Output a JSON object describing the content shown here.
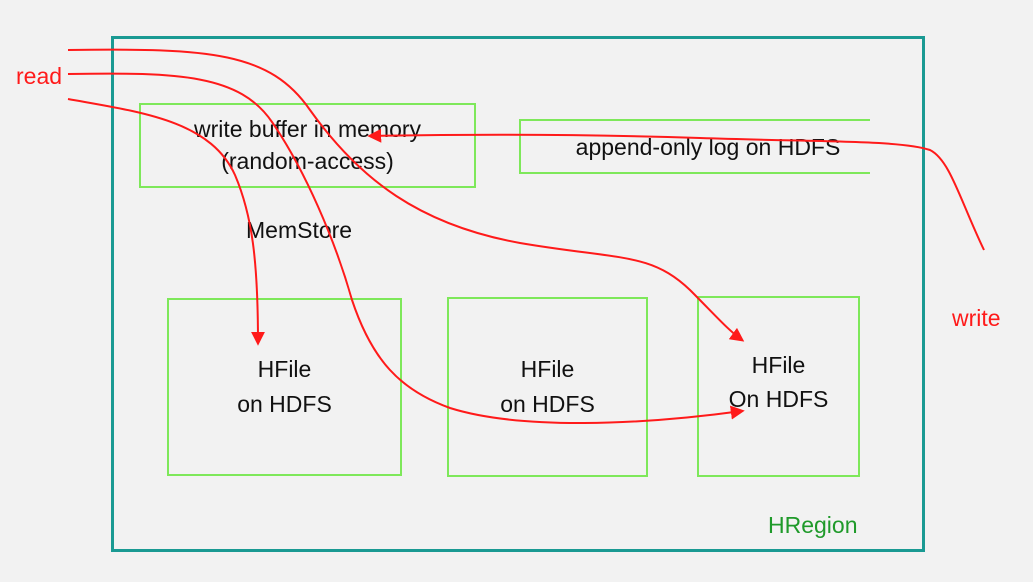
{
  "labels": {
    "read": "read",
    "write": "write",
    "memstore": "MemStore",
    "hregion": "HRegion"
  },
  "boxes": {
    "write_buffer": {
      "line1": "write buffer in memory",
      "line2": "(random-access)"
    },
    "wal": {
      "line1": "append-only log on HDFS"
    },
    "hfile1": {
      "line1": "HFile",
      "line2": "on HDFS"
    },
    "hfile2": {
      "line1": "HFile",
      "line2": "on HDFS"
    },
    "hfile3": {
      "line1": "HFile",
      "line2": "On HDFS"
    }
  },
  "colors": {
    "region_border": "#1a9a93",
    "box_border": "#7ee85a",
    "arrow": "#ff1a1a",
    "hregion_label": "#1f9a2a"
  }
}
